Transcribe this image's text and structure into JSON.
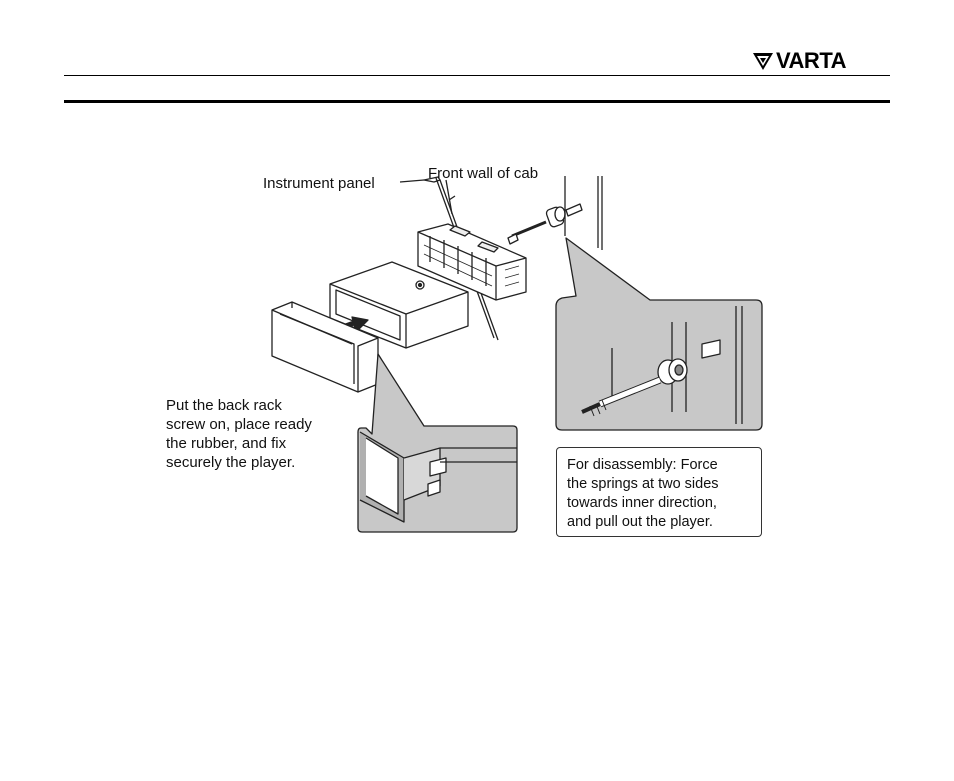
{
  "header": {
    "logo_text": "VARTA"
  },
  "figure": {
    "labels": {
      "instrument_panel": "Instrument panel",
      "front_wall": "Front wall of cab",
      "back_rack": [
        "Put the back rack",
        "screw on, place ready",
        "the rubber, and fix",
        "securely the player."
      ],
      "disassembly": [
        "For disassembly: Force",
        "the springs at two sides",
        "towards inner direction,",
        "and pull out the player."
      ]
    },
    "colors": {
      "callout_fill": "#c8c8c8",
      "line": "#222222"
    }
  }
}
